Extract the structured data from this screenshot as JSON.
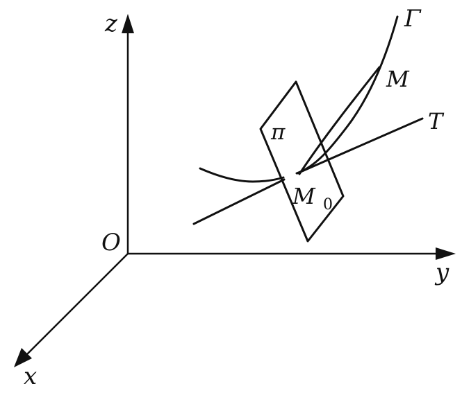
{
  "labels": {
    "z_axis": "z",
    "y_axis": "y",
    "x_axis": "x",
    "origin": "O",
    "curve": "Γ",
    "point_m": "M",
    "tangent": "T",
    "plane": "π",
    "point_m0": "M",
    "point_m0_subscript": "0"
  },
  "colors": {
    "ink": "#111111",
    "background": "#ffffff"
  }
}
